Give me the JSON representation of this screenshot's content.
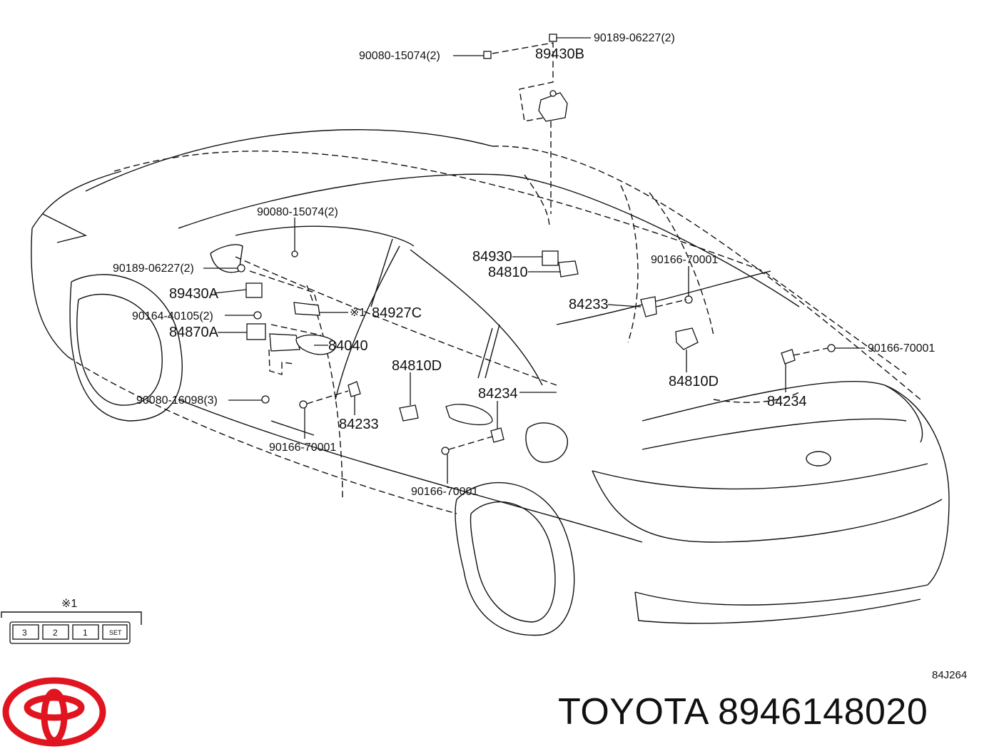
{
  "labels": {
    "bolt_top_right": "90189-06227(2)",
    "bolt_top_left": "90080-15074(2)",
    "sensor_b": "89430B",
    "bolt_mid": "90080-15074(2)",
    "bolt_left": "90189-06227(2)",
    "sensor_a": "89430A",
    "bolt_a": "90164-40105(2)",
    "note_ref": "※1",
    "switch_c": "84927C",
    "switch_a": "84870A",
    "switch_main": "84040",
    "bolt_bottom_left": "90080-16098(3)",
    "switch_d_front": "84810D",
    "switch_84233_front": "84233",
    "screw_front_door": "90166-70001",
    "switch_84234_front": "84234",
    "screw_rear_door": "90166-70001",
    "switch_84930": "84930",
    "switch_84810": "84810",
    "screw_rear_top": "90166-70001",
    "switch_84233_rear": "84233",
    "switch_d_rear": "84810D",
    "screw_right": "90166-70001",
    "switch_84234_rear": "84234"
  },
  "legend": {
    "title": "※1",
    "buttons": [
      "3",
      "2",
      "1",
      "SET"
    ]
  },
  "diagram_code": "84J264",
  "brand": {
    "text": "TOYOTA 8946148020",
    "logo": "toyota-logo",
    "logo_color": "#e0151f"
  }
}
